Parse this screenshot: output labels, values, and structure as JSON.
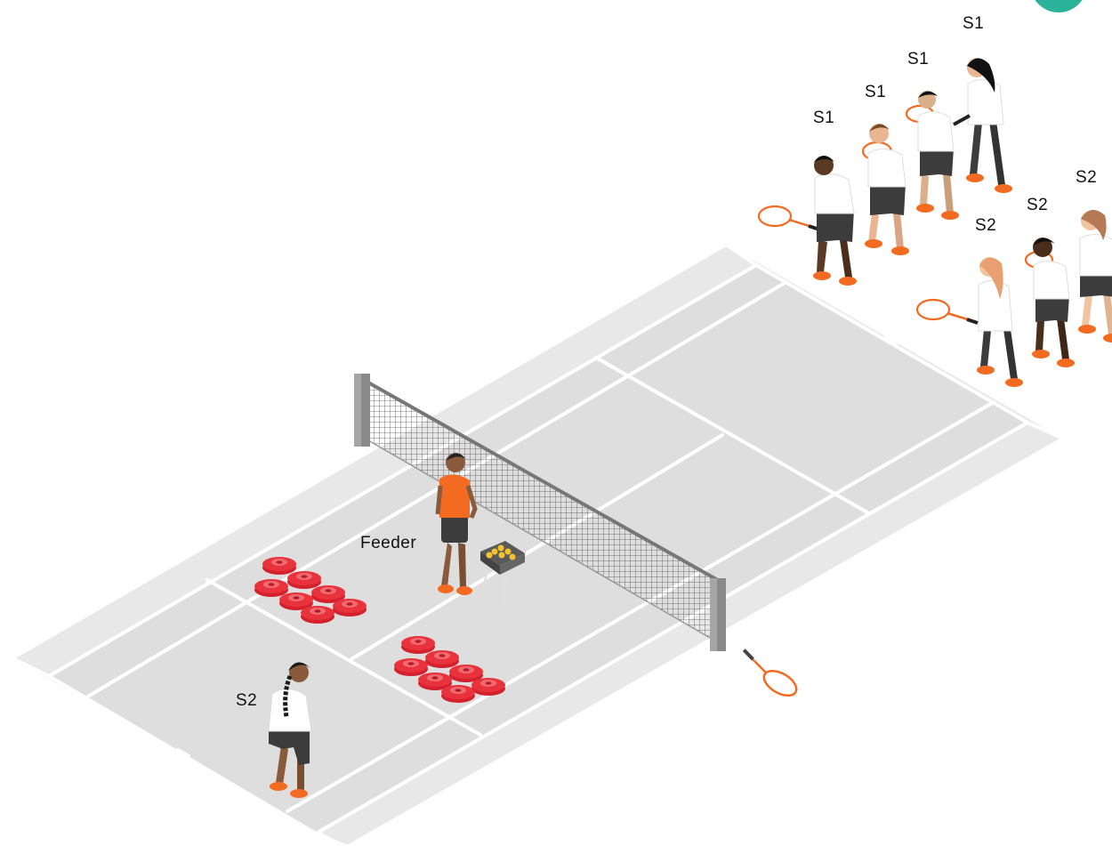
{
  "labels": {
    "feeder": "Feeder",
    "s1": "S1",
    "s2": "S2"
  },
  "colors": {
    "court": "#e4e4e4",
    "court_outer": "#ececec",
    "lines": "#ffffff",
    "cone": "#e8323c",
    "shoe": "#f26b21",
    "feeder_shirt": "#f26b21",
    "shirt": "#ffffff",
    "shorts": "#3c3c3c",
    "net_post": "#808080",
    "ball": "#f6c330",
    "accent_badge": "#2bb39a"
  },
  "icons": {
    "racket": "tennis-racket-icon",
    "cone": "marker-cone-icon",
    "ball_basket": "ball-basket-icon"
  }
}
